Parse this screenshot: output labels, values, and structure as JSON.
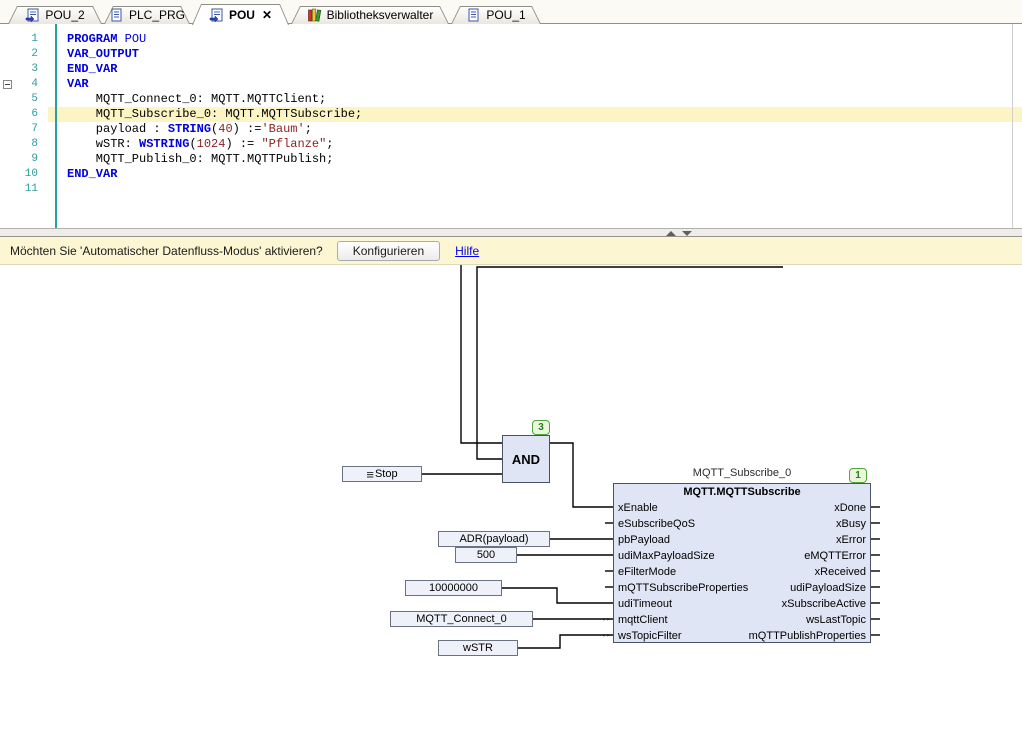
{
  "tab_bar": {
    "tabs": [
      {
        "label": "POU_2",
        "icon": "pou-icon",
        "active": false
      },
      {
        "label": "PLC_PRG",
        "icon": "document-icon",
        "active": false
      },
      {
        "label": "POU",
        "icon": "pou-icon",
        "active": true,
        "close_glyph": "✕"
      },
      {
        "label": "Bibliotheksverwalter",
        "icon": "library-icon",
        "active": false
      },
      {
        "label": "POU_1",
        "icon": "document-icon",
        "active": false
      }
    ]
  },
  "editor": {
    "highlight_line": 6,
    "collapse_marker_line": 4,
    "lines": [
      {
        "n": 1,
        "seg": [
          [
            "PROGRAM",
            "k"
          ],
          [
            " POU",
            "k2"
          ]
        ]
      },
      {
        "n": 2,
        "seg": [
          [
            "VAR_OUTPUT",
            "k"
          ]
        ]
      },
      {
        "n": 3,
        "seg": [
          [
            "END_VAR",
            "k"
          ]
        ]
      },
      {
        "n": 4,
        "seg": [
          [
            "VAR",
            "k"
          ]
        ]
      },
      {
        "n": 5,
        "seg": [
          [
            "    MQTT_Connect_0: MQTT.MQTTClient;",
            "p"
          ]
        ]
      },
      {
        "n": 6,
        "seg": [
          [
            "    MQTT_Subscribe_0: MQTT.MQTTSubscribe;",
            "p"
          ]
        ]
      },
      {
        "n": 7,
        "seg": [
          [
            "    payload : ",
            "p"
          ],
          [
            "STRING",
            "k"
          ],
          [
            "(",
            "p"
          ],
          [
            "40",
            "n"
          ],
          [
            ") :=",
            "p"
          ],
          [
            "'Baum'",
            "s"
          ],
          [
            ";",
            "p"
          ]
        ]
      },
      {
        "n": 8,
        "seg": [
          [
            "    wSTR: ",
            "p"
          ],
          [
            "WSTRING",
            "k"
          ],
          [
            "(",
            "p"
          ],
          [
            "1024",
            "n"
          ],
          [
            ") := ",
            "p"
          ],
          [
            "\"Pflanze\"",
            "s"
          ],
          [
            ";",
            "p"
          ]
        ]
      },
      {
        "n": 9,
        "seg": [
          [
            "    MQTT_Publish_0: MQTT.MQTTPublish;",
            "p"
          ]
        ]
      },
      {
        "n": 10,
        "seg": [
          [
            "END_VAR",
            "k"
          ]
        ]
      },
      {
        "n": 11,
        "seg": []
      }
    ]
  },
  "info_bar": {
    "message": "Möchten Sie 'Automatischer Datenfluss-Modus' aktivieren?",
    "button_label": "Konfigurieren",
    "link_label": "Hilfe"
  },
  "diagram": {
    "and_block": {
      "label": "AND",
      "exec_order_badge": "3"
    },
    "function_block": {
      "instance_name": "MQTT_Subscribe_0",
      "type_name": "MQTT.MQTTSubscribe",
      "exec_order_badge": "1",
      "inputs": [
        "xEnable",
        "eSubscribeQoS",
        "pbPayload",
        "udiMaxPayloadSize",
        "eFilterMode",
        "mQTTSubscribeProperties",
        "udiTimeout",
        "mqttClient",
        "wsTopicFilter"
      ],
      "outputs": [
        "xDone",
        "xBusy",
        "xError",
        "eMQTTError",
        "xReceived",
        "udiPayloadSize",
        "xSubscribeActive",
        "wsLastTopic",
        "mQTTPublishProperties"
      ],
      "inout_pins": [
        "mqttClient",
        "wsTopicFilter"
      ],
      "inout_glyph": "↔"
    },
    "operands": [
      {
        "label": "Stop",
        "glyph": "≡"
      },
      {
        "label": "ADR(payload)"
      },
      {
        "label": "500"
      },
      {
        "label": "10000000"
      },
      {
        "label": "MQTT_Connect_0"
      },
      {
        "label": "wSTR"
      }
    ]
  },
  "colors": {
    "keyword": "#0000e0",
    "literal": "#8b1f1f",
    "line_number": "#2e9c9c",
    "highlight_line_bg": "#fcf4c3",
    "block_fill": "#dfe5f4",
    "block_border": "#4a5366",
    "badge_border": "#52a53a",
    "info_bar_bg": "#fdf6d2"
  }
}
